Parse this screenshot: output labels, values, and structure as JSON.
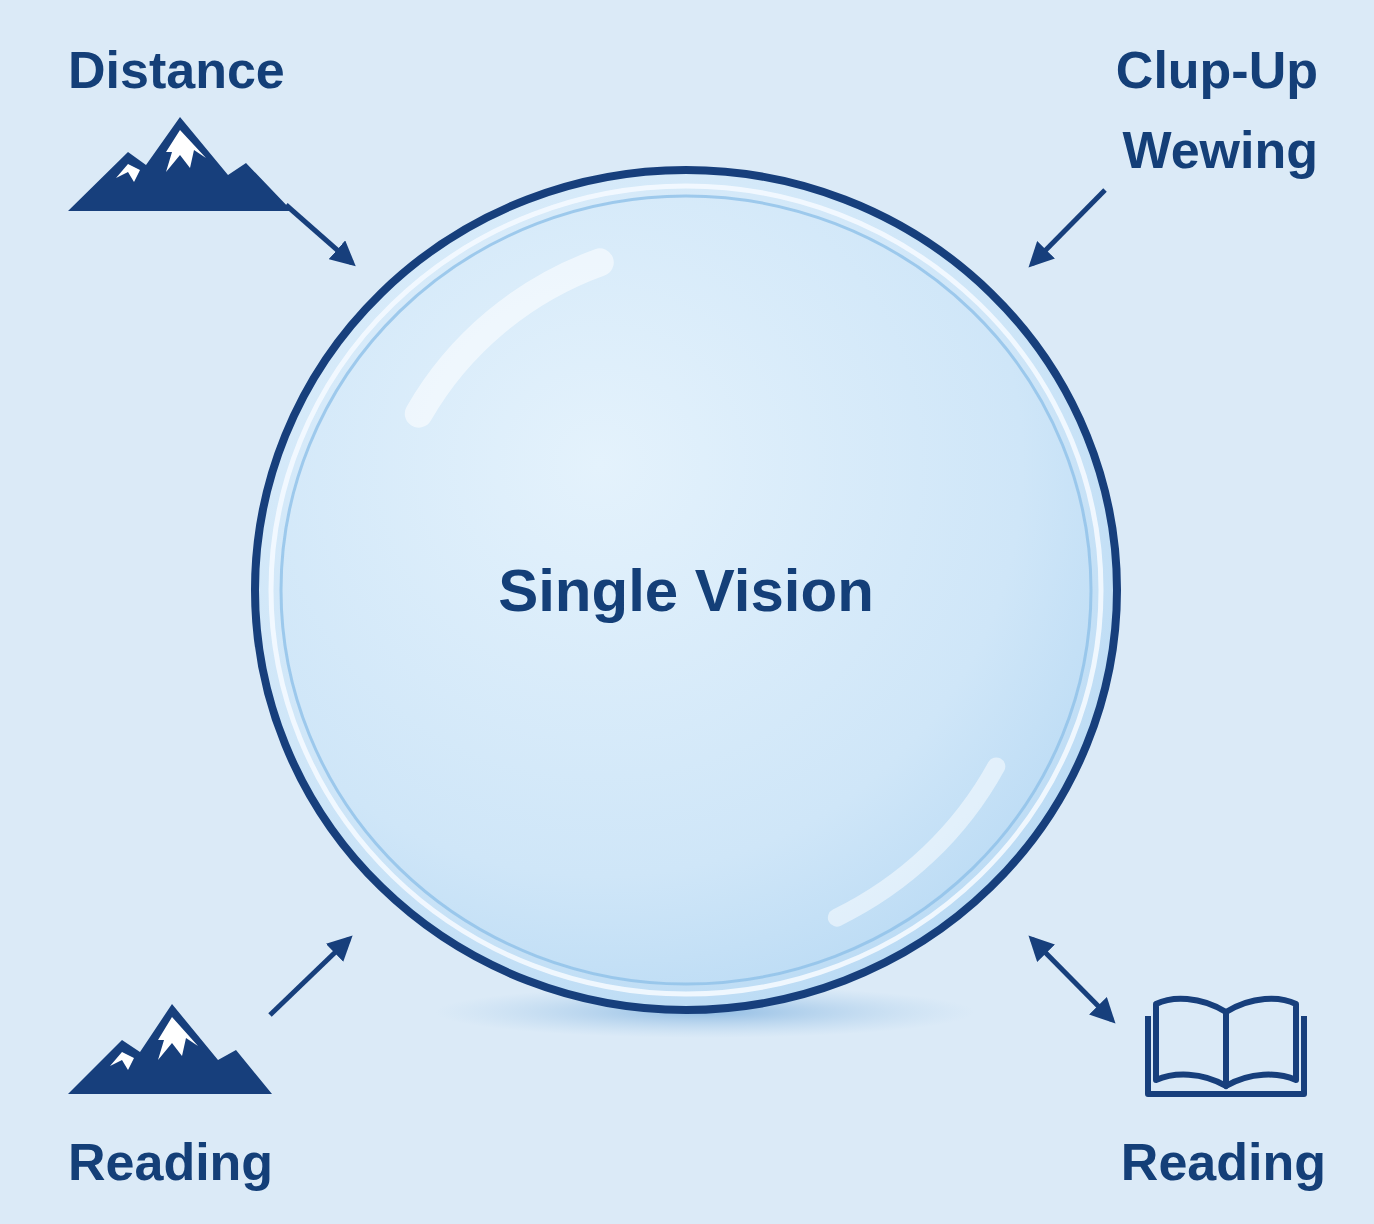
{
  "diagram": {
    "nodes": [
      {
        "text": [
          "Single Vision"
        ]
      }
    ],
    "labels": [
      "Distance",
      "Clup-Up Wewing",
      "Reading",
      "Reading"
    ]
  }
}
